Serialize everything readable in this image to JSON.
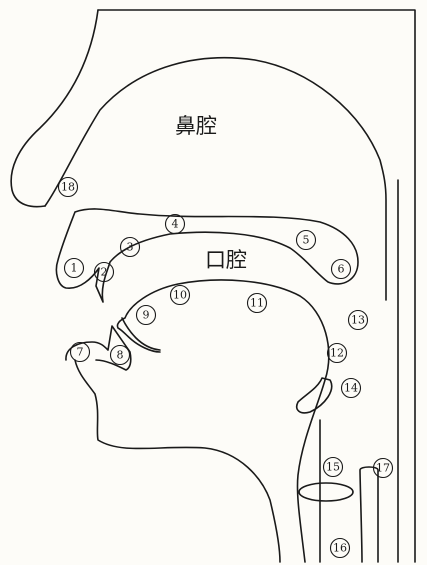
{
  "labels": {
    "nasal_cavity": "鼻腔",
    "oral_cavity": "口腔"
  },
  "markers": [
    "1",
    "2",
    "3",
    "4",
    "5",
    "6",
    "7",
    "8",
    "9",
    "10",
    "11",
    "12",
    "13",
    "14",
    "15",
    "16",
    "17",
    "18"
  ]
}
